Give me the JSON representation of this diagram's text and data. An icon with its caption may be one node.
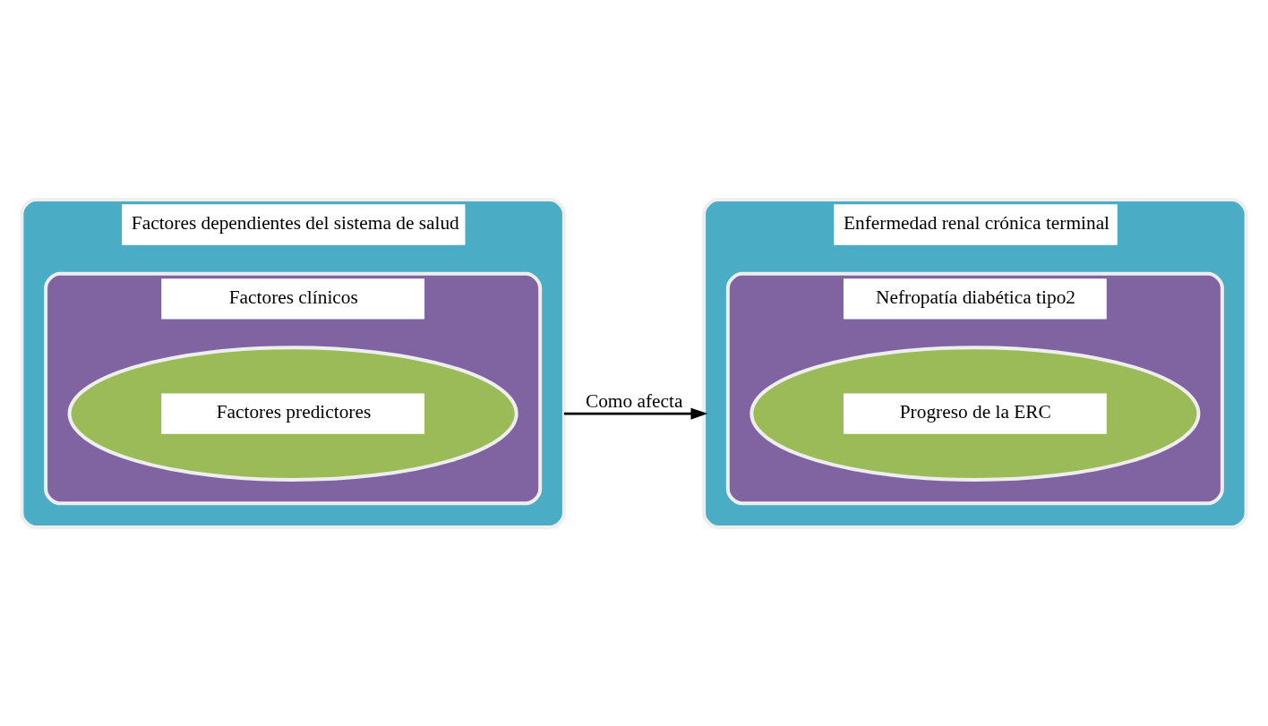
{
  "diagram": {
    "nodes": [
      {
        "text": [
          "Factores dependientes del sistema de salud"
        ]
      },
      {
        "text": [
          "Factores clínicos"
        ],
        "in": 0
      },
      {
        "text": [
          "Factores predictores"
        ],
        "in": 1
      },
      {
        "text": [
          "Enfermedad renal crónica terminal"
        ]
      },
      {
        "text": [
          "Nefropatía diabética tipo2"
        ],
        "in": 3
      },
      {
        "text": [
          "Progreso de la ERC"
        ],
        "in": 4
      }
    ],
    "edges": [
      {
        "from": 0,
        "to": 3,
        "arrow": "to",
        "label": "Como afecta"
      }
    ]
  }
}
